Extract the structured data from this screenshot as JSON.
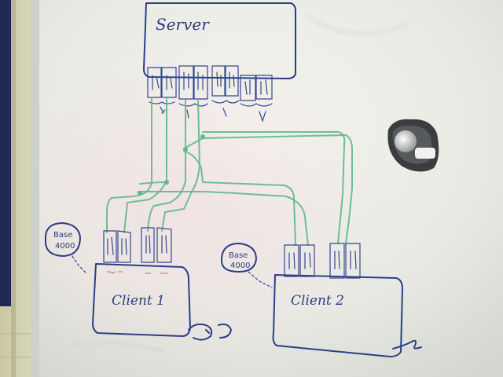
{
  "server": {
    "title": "Server"
  },
  "client1": {
    "title": "Client 1",
    "base_line1": "Base",
    "base_line2": "4000"
  },
  "client2": {
    "title": "Client 2",
    "base_line1": "Base",
    "base_line2": "4000"
  }
}
